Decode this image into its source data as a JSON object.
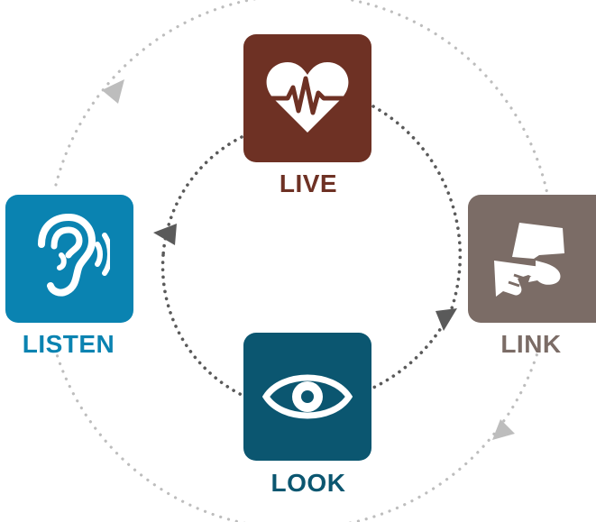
{
  "steps": {
    "live": {
      "label": "LIVE",
      "icon": "heart-pulse-icon",
      "color": "#6e3124"
    },
    "listen": {
      "label": "LISTEN",
      "icon": "ear-icon",
      "color": "#0a83b1"
    },
    "link": {
      "label": "LINK",
      "icon": "handshake-icon",
      "color": "#7b6c66"
    },
    "look": {
      "label": "LOOK",
      "icon": "eye-icon",
      "color": "#0b5670"
    }
  },
  "colors": {
    "inner_ring": "#555555",
    "outer_ring": "#bbbbbb"
  }
}
